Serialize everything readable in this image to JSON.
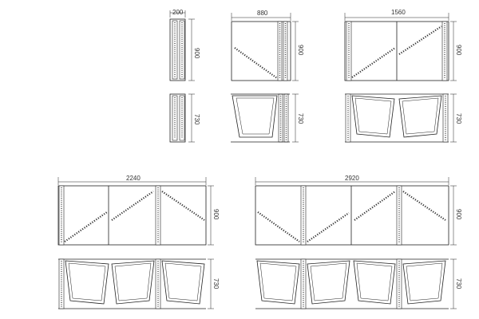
{
  "dimensions": {
    "w200": "200",
    "w880": "880",
    "w1560": "1560",
    "w2240": "2240",
    "w2920": "2920",
    "h900": "900",
    "h730": "730"
  },
  "colors": {
    "line": "#222222",
    "background": "#ffffff"
  }
}
